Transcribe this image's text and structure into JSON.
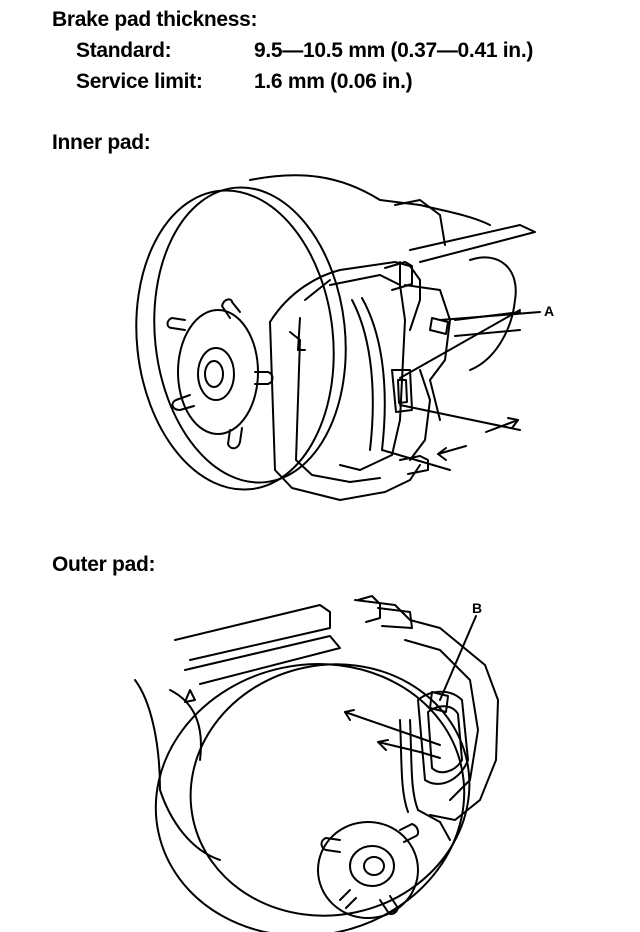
{
  "spec": {
    "heading": "Brake pad thickness:",
    "standard_label": "Standard:",
    "standard_value": "9.5—10.5 mm (0.37—0.41 in.)",
    "service_limit_label": "Service limit:",
    "service_limit_value": "1.6 mm (0.06 in.)"
  },
  "inner_pad": {
    "title": "Inner pad:",
    "callout": "A"
  },
  "outer_pad": {
    "title": "Outer pad:",
    "callout": "B"
  }
}
